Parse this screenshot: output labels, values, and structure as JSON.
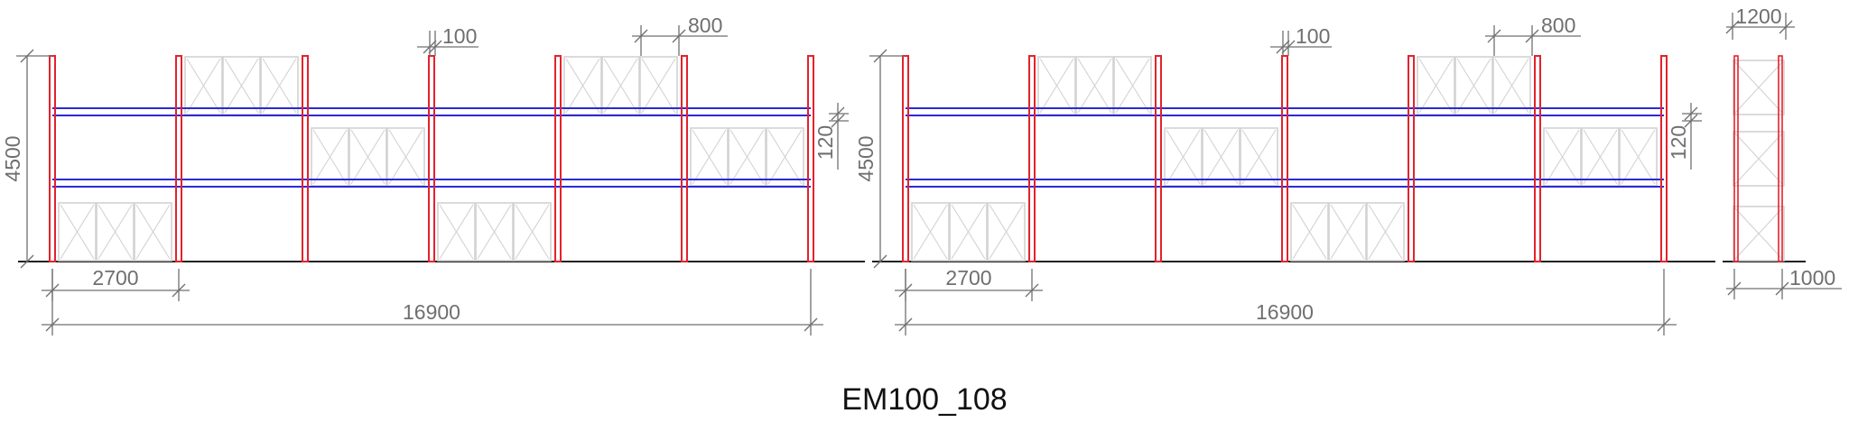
{
  "drawing": {
    "caption": "EM100_108",
    "colors": {
      "upright": "#e4222c",
      "beam": "#2a2ad6",
      "pallet": "#d2d2d2",
      "dimension": "#6f6f6f",
      "floor": "#222222"
    },
    "elevations": [
      {
        "labels": {
          "height": "4500",
          "bay_width": "2700",
          "total_length": "16900",
          "upright_width": "100",
          "pallet_width": "800",
          "beam_height": "120"
        },
        "bays": 6,
        "pallets_by_bay": [
          [
            0
          ],
          [
            2
          ],
          [
            1
          ],
          [
            0
          ],
          [
            2
          ],
          [
            1
          ]
        ]
      },
      {
        "labels": {
          "height": "4500",
          "bay_width": "2700",
          "total_length": "16900",
          "upright_width": "100",
          "pallet_width": "800",
          "beam_height": "120"
        },
        "bays": 6,
        "pallets_by_bay": [
          [
            0
          ],
          [
            2
          ],
          [
            1
          ],
          [
            0
          ],
          [
            2
          ],
          [
            1
          ]
        ]
      }
    ],
    "side_view": {
      "labels": {
        "depth": "1000",
        "top_width": "1200"
      },
      "levels": 3
    }
  }
}
